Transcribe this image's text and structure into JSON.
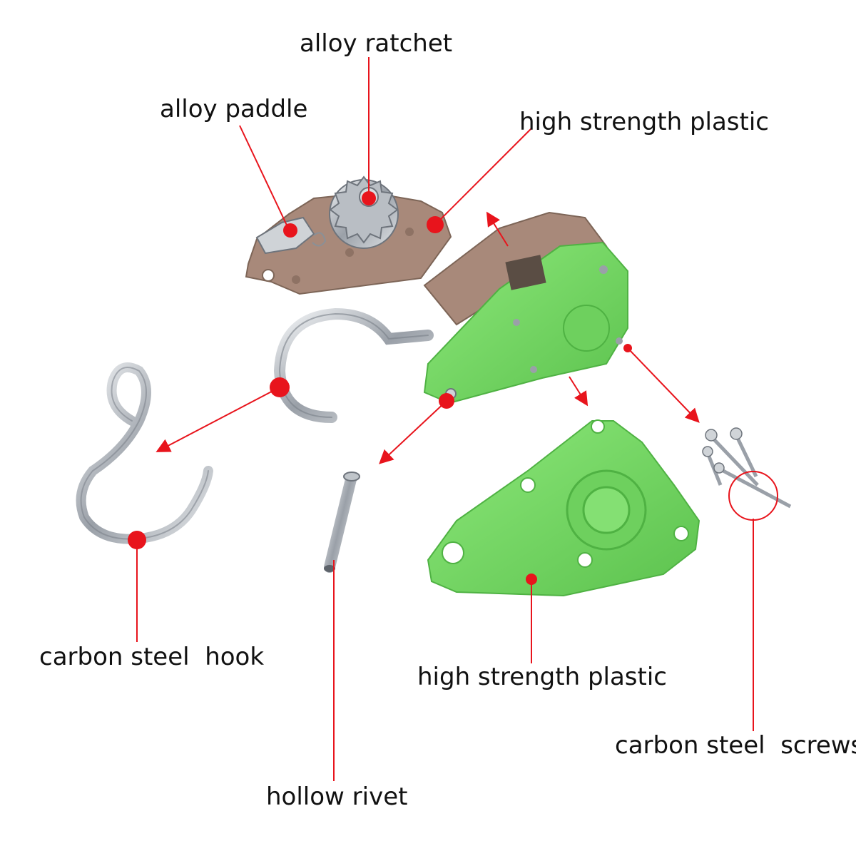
{
  "labels": {
    "alloy_ratchet": "alloy ratchet",
    "alloy_paddle": "alloy paddle",
    "plastic_top": "high strength plastic",
    "carbon_hook": "carbon steel  hook",
    "plastic_bottom": "high strength plastic",
    "carbon_screws": "carbon steel  screws",
    "hollow_rivet": "hollow rivet"
  },
  "colors": {
    "callout": "#e8141c",
    "plastic_green": "#74d864",
    "plastic_green_dark": "#4fb243",
    "plastic_brown": "#a8897a",
    "steel": "#c8ccd0",
    "steel_dark": "#7a8088",
    "text": "#111111"
  }
}
